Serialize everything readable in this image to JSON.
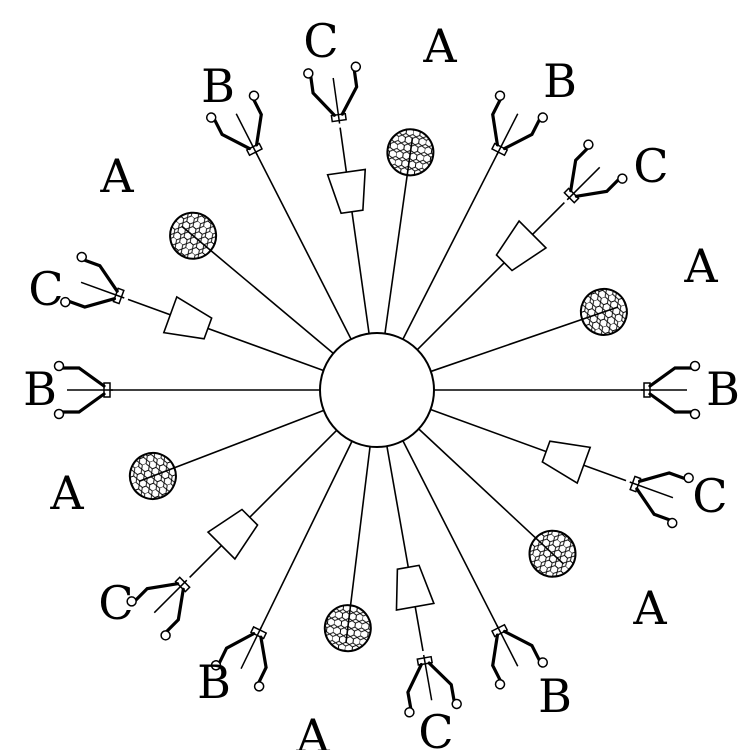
{
  "diagram": {
    "hub": {
      "name": "hub-circle"
    },
    "arms": [
      {
        "label": "A",
        "type": "sphere"
      },
      {
        "label": "B",
        "type": "fork"
      },
      {
        "label": "C",
        "type": "cone"
      },
      {
        "label": "A",
        "type": "sphere"
      },
      {
        "label": "B",
        "type": "fork"
      },
      {
        "label": "C",
        "type": "cone"
      },
      {
        "label": "A",
        "type": "sphere"
      },
      {
        "label": "B",
        "type": "fork"
      },
      {
        "label": "C",
        "type": "cone"
      },
      {
        "label": "A",
        "type": "sphere"
      },
      {
        "label": "B",
        "type": "fork"
      },
      {
        "label": "C",
        "type": "cone"
      },
      {
        "label": "A",
        "type": "sphere"
      },
      {
        "label": "B",
        "type": "fork"
      },
      {
        "label": "C",
        "type": "cone"
      },
      {
        "label": "A",
        "type": "sphere"
      },
      {
        "label": "B",
        "type": "fork"
      },
      {
        "label": "C",
        "type": "cone"
      }
    ]
  }
}
